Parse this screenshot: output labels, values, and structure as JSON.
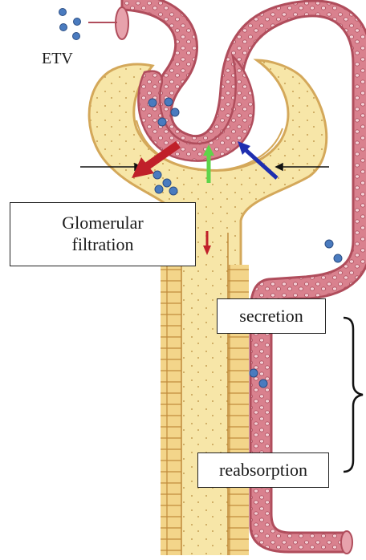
{
  "labels": {
    "etv": "ETV",
    "glomerular_line1": "Glomerular",
    "glomerular_line2": "filtration",
    "secretion": "secretion",
    "reabsorption": "reabsorption"
  },
  "colors": {
    "vessel_fill": "#d9818e",
    "vessel_stroke": "#b04d5c",
    "capsule_fill": "#f7e6a8",
    "capsule_stroke": "#d4a85a",
    "particle": "#4a7bbf",
    "filtration_arrow": "#c0202a",
    "reabsorption_arrow": "#5fd44a",
    "secretion_arrow": "#1f2fb0"
  },
  "icons": {
    "filtration": "red-arrow-icon",
    "reabsorption": "green-arrow-icon",
    "secretion": "blue-arrow-icon"
  }
}
